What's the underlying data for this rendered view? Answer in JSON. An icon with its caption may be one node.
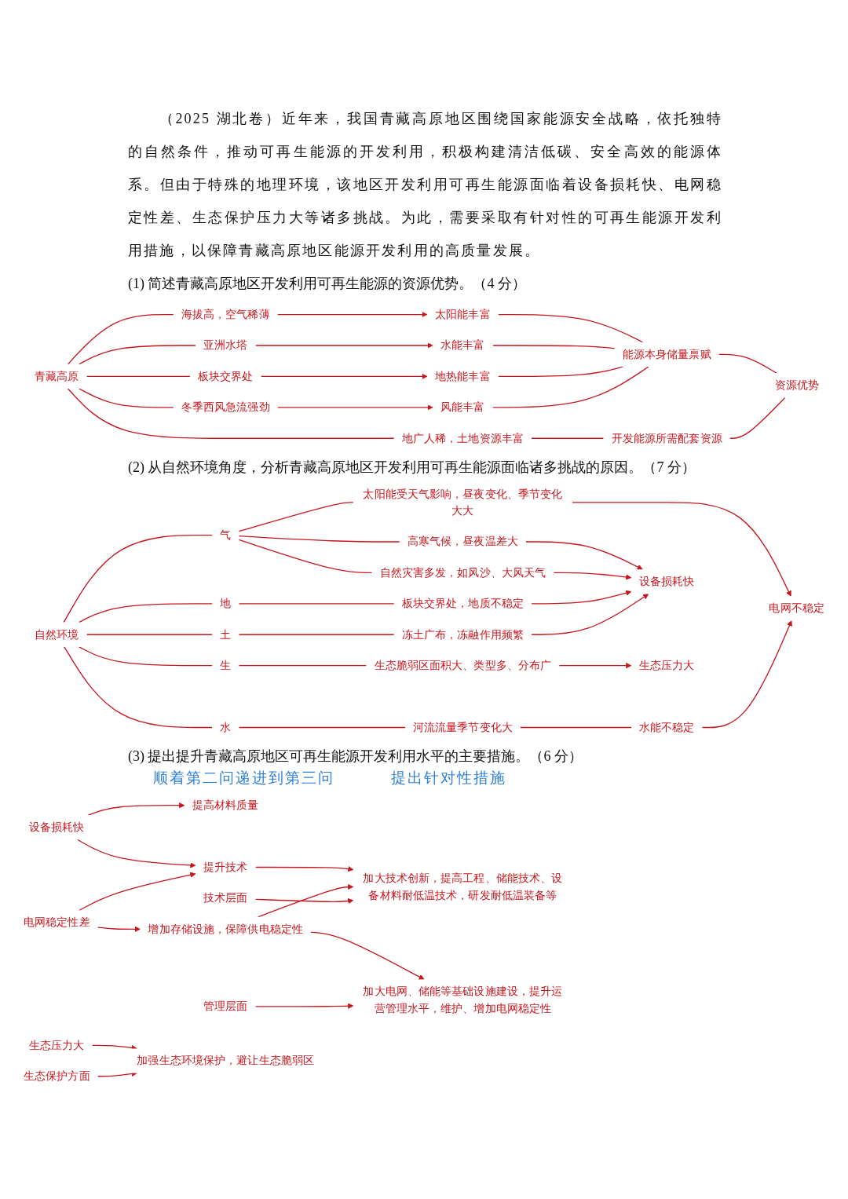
{
  "diagram": {
    "nodes": [
      {
        "text": [
          "资源优势"
        ]
      },
      {
        "text": [
          "能源本身储量禀赋"
        ]
      },
      {
        "text": [
          "太阳能丰富"
        ]
      },
      {
        "text": [
          "海拔高，空气稀薄"
        ]
      },
      {
        "text": [
          "水能丰富"
        ]
      },
      {
        "text": [
          "亚洲水塔"
        ]
      },
      {
        "text": [
          "地热能丰富"
        ]
      },
      {
        "text": [
          "板块交界处"
        ]
      },
      {
        "text": [
          "风能丰富"
        ]
      },
      {
        "text": [
          "冬季西风急流强劲"
        ]
      },
      {
        "text": [
          "开发能源所需配套资源"
        ]
      },
      {
        "text": [
          "地广人稀，土地资源丰富"
        ]
      },
      {
        "text": [
          "青藏高原"
        ]
      },
      {
        "text": [
          "自然环境"
        ]
      },
      {
        "text": [
          "气"
        ]
      },
      {
        "text": [
          "高寒气候，昼夜温差大"
        ]
      },
      {
        "text": [
          "自然灾害多发，如风沙、大风天气"
        ]
      },
      {
        "text": [
          "太阳能受天气影响，昼夜变化、季节变化大大"
        ]
      },
      {
        "text": [
          "地"
        ]
      },
      {
        "text": [
          "板块交界处，地质不稳定"
        ]
      },
      {
        "text": [
          "水"
        ]
      },
      {
        "text": [
          "河流流量季节变化大"
        ]
      },
      {
        "text": [
          "水能不稳定"
        ]
      },
      {
        "text": [
          "生"
        ]
      },
      {
        "text": [
          "生态脆弱区面积大、类型多、分布广"
        ]
      },
      {
        "text": [
          "土"
        ]
      },
      {
        "text": [
          "冻土广布，冻融作用频繁"
        ]
      },
      {
        "text": [
          "设备损耗快"
        ]
      },
      {
        "text": [
          "电网不稳定"
        ]
      },
      {
        "text": [
          "生态压力大"
        ]
      },
      {
        "text": [
          "设备损耗快"
        ]
      },
      {
        "text": [
          "提高材料质量"
        ]
      },
      {
        "text": [
          "提升技术"
        ]
      },
      {
        "text": [
          "加大技术创新，提高工程、储能技术、设备材料耐低温技术，研发耐低温装备等"
        ]
      },
      {
        "text": [
          "技术层面"
        ]
      },
      {
        "text": [
          "电网稳定性差"
        ]
      },
      {
        "text": [
          "增加存储设施，保障供电稳定性"
        ]
      },
      {
        "text": [
          "加大电网、储能等基础设施建设，提升运营管理水平，维护、增加电网稳定性"
        ]
      },
      {
        "text": [
          "管理层面"
        ]
      },
      {
        "text": [
          "生态压力大"
        ]
      },
      {
        "text": [
          "加强生态环境保护，避让生态脆弱区"
        ]
      },
      {
        "text": [
          "生态保护方面"
        ]
      }
    ],
    "edges": [
      {
        "from": 12,
        "to": 3,
        "arrow": "none"
      },
      {
        "from": 12,
        "to": 5,
        "arrow": "none"
      },
      {
        "from": 12,
        "to": 7,
        "arrow": "none"
      },
      {
        "from": 12,
        "to": 9,
        "arrow": "none"
      },
      {
        "from": 12,
        "to": 11,
        "arrow": "none"
      },
      {
        "from": 3,
        "to": 2,
        "arrow": "to"
      },
      {
        "from": 5,
        "to": 4,
        "arrow": "to"
      },
      {
        "from": 7,
        "to": 6,
        "arrow": "to"
      },
      {
        "from": 9,
        "to": 8,
        "arrow": "to"
      },
      {
        "from": 2,
        "to": 1,
        "arrow": "none"
      },
      {
        "from": 4,
        "to": 1,
        "arrow": "none"
      },
      {
        "from": 6,
        "to": 1,
        "arrow": "none"
      },
      {
        "from": 8,
        "to": 1,
        "arrow": "none"
      },
      {
        "from": 11,
        "to": 10,
        "arrow": "none"
      },
      {
        "from": 1,
        "to": 0,
        "arrow": "none"
      },
      {
        "from": 10,
        "to": 0,
        "arrow": "none"
      },
      {
        "from": 13,
        "to": 14,
        "arrow": "none"
      },
      {
        "from": 13,
        "to": 18,
        "arrow": "none"
      },
      {
        "from": 13,
        "to": 20,
        "arrow": "none"
      },
      {
        "from": 13,
        "to": 23,
        "arrow": "none"
      },
      {
        "from": 13,
        "to": 25,
        "arrow": "none"
      },
      {
        "from": 14,
        "to": 15,
        "arrow": "none"
      },
      {
        "from": 14,
        "to": 16,
        "arrow": "none"
      },
      {
        "from": 14,
        "to": 17,
        "arrow": "none"
      },
      {
        "from": 18,
        "to": 19,
        "arrow": "none"
      },
      {
        "from": 20,
        "to": 21,
        "arrow": "none"
      },
      {
        "from": 21,
        "to": 22,
        "arrow": "none"
      },
      {
        "from": 23,
        "to": 24,
        "arrow": "none"
      },
      {
        "from": 25,
        "to": 26,
        "arrow": "none"
      },
      {
        "from": 15,
        "to": 27,
        "arrow": "to"
      },
      {
        "from": 16,
        "to": 27,
        "arrow": "to"
      },
      {
        "from": 19,
        "to": 27,
        "arrow": "to"
      },
      {
        "from": 26,
        "to": 27,
        "arrow": "to"
      },
      {
        "from": 17,
        "to": 28,
        "arrow": "to"
      },
      {
        "from": 22,
        "to": 28,
        "arrow": "to"
      },
      {
        "from": 24,
        "to": 29,
        "arrow": "to"
      },
      {
        "from": 30,
        "to": 31,
        "arrow": "to"
      },
      {
        "from": 30,
        "to": 32,
        "arrow": "to"
      },
      {
        "from": 35,
        "to": 32,
        "arrow": "to"
      },
      {
        "from": 35,
        "to": 36,
        "arrow": "to"
      },
      {
        "from": 32,
        "to": 33,
        "arrow": "to"
      },
      {
        "from": 36,
        "to": 33,
        "arrow": "to"
      },
      {
        "from": 36,
        "to": 37,
        "arrow": "to"
      },
      {
        "from": 34,
        "to": 33,
        "arrow": "to"
      },
      {
        "from": 38,
        "to": 37,
        "arrow": "to"
      },
      {
        "from": 39,
        "to": 40,
        "arrow": "to"
      },
      {
        "from": 41,
        "to": 40,
        "arrow": "to"
      }
    ],
    "labels": [
      "（2025 湖北卷）近年来，我国青藏高原地区围绕国家能源安全战略，依托独特的自然条件，推动可再生能源的开发利用，积极构建清洁低碳、安全高效的能源体系。但由于特殊的地理环境，该地区开发利用可再生能源面临着设备损耗快、电网稳定性差、生态保护压力大等诸多挑战。为此，需要采取有针对性的可再生能源开发利用措施，以保障青藏高原地区能源开发利用的高质量发展。",
      "(1) 简述青藏高原地区开发利用可再生能源的资源优势。（4 分）",
      "(2) 从自然环境角度，分析青藏高原地区开发利用可再生能源面临诸多挑战的原因。（7 分）",
      "(3) 提出提升青藏高原地区可再生能源开发利用水平的主要措施。（6 分）",
      "顺着第二问递进到第三问",
      "提出针对性措施"
    ]
  }
}
